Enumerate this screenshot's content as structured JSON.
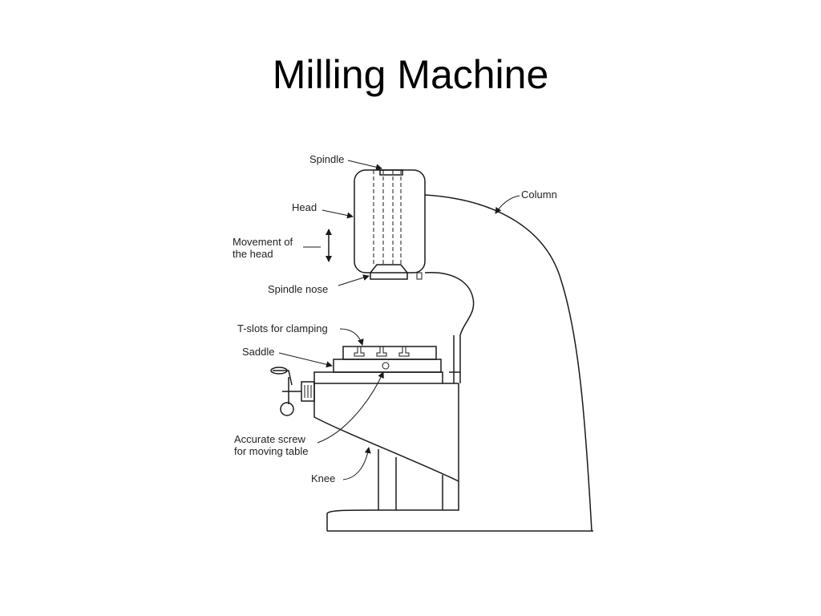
{
  "slide": {
    "title": "Milling Machine"
  },
  "labels": {
    "spindle": "Spindle",
    "head": "Head",
    "movement_line1": "Movement of",
    "movement_line2": "the head",
    "spindle_nose": "Spindle nose",
    "tslots": "T-slots for clamping",
    "saddle": "Saddle",
    "screw_line1": "Accurate screw",
    "screw_line2": "for moving table",
    "knee": "Knee",
    "column": "Column"
  }
}
